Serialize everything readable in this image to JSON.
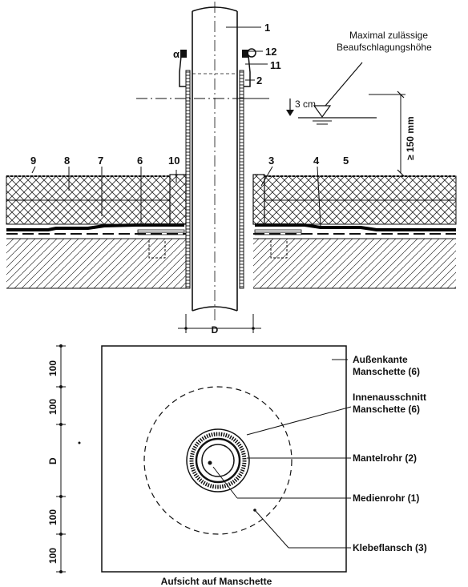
{
  "section": {
    "numbers": {
      "n1": "1",
      "n2": "2",
      "n3": "3",
      "n4": "4",
      "n5": "5",
      "n6": "6",
      "n7": "7",
      "n8": "8",
      "n9": "9",
      "n10": "10",
      "n11": "11",
      "n12": "12"
    },
    "water_note_line1": "Maximal zulässige",
    "water_note_line2": "Beaufschlagungshöhe",
    "dim_3cm": "3 cm",
    "dim_150": "≥ 150 mm",
    "dim_D": "D"
  },
  "plan": {
    "caption": "Aufsicht auf Manschette",
    "dims": [
      "100",
      "100",
      "D",
      "100",
      "100"
    ],
    "callouts": {
      "outer_edge_l1": "Außenkante",
      "outer_edge_l2": "Manschette (6)",
      "inner_cut_l1": "Innenausschnitt",
      "inner_cut_l2": "Manschette (6)",
      "casing": "Mantelrohr (2)",
      "media": "Medienrohr (1)",
      "flange": "Klebeflansch (3)"
    }
  }
}
